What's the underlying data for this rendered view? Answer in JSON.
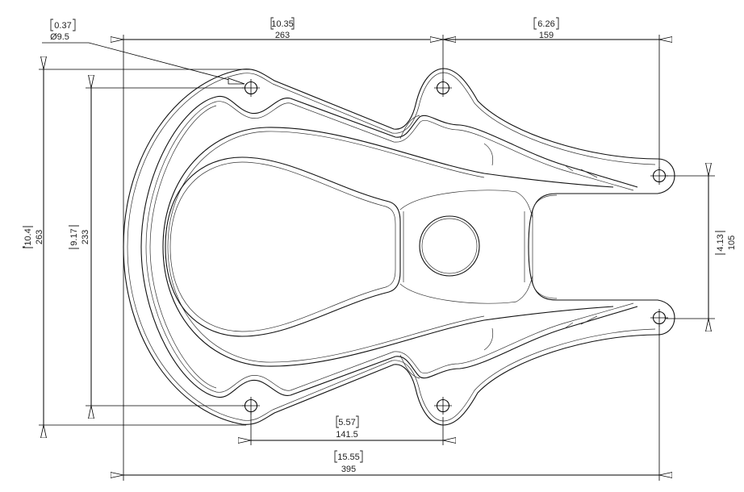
{
  "drawing": {
    "dimensions": {
      "hole_diameter": {
        "inch": "0.37",
        "mm": "Ø9.5"
      },
      "top_left_width": {
        "inch": "10.35",
        "mm": "263"
      },
      "top_right_width": {
        "inch": "6.26",
        "mm": "159"
      },
      "overall_height": {
        "inch": "10.4",
        "mm": "263"
      },
      "hole_spacing_vertical": {
        "inch": "9.17",
        "mm": "233"
      },
      "arm_hole_spacing": {
        "inch": "4.13",
        "mm": "105"
      },
      "bottom_hole_spacing": {
        "inch": "5.57",
        "mm": "141.5"
      },
      "overall_width": {
        "inch": "15.55",
        "mm": "395"
      }
    }
  }
}
